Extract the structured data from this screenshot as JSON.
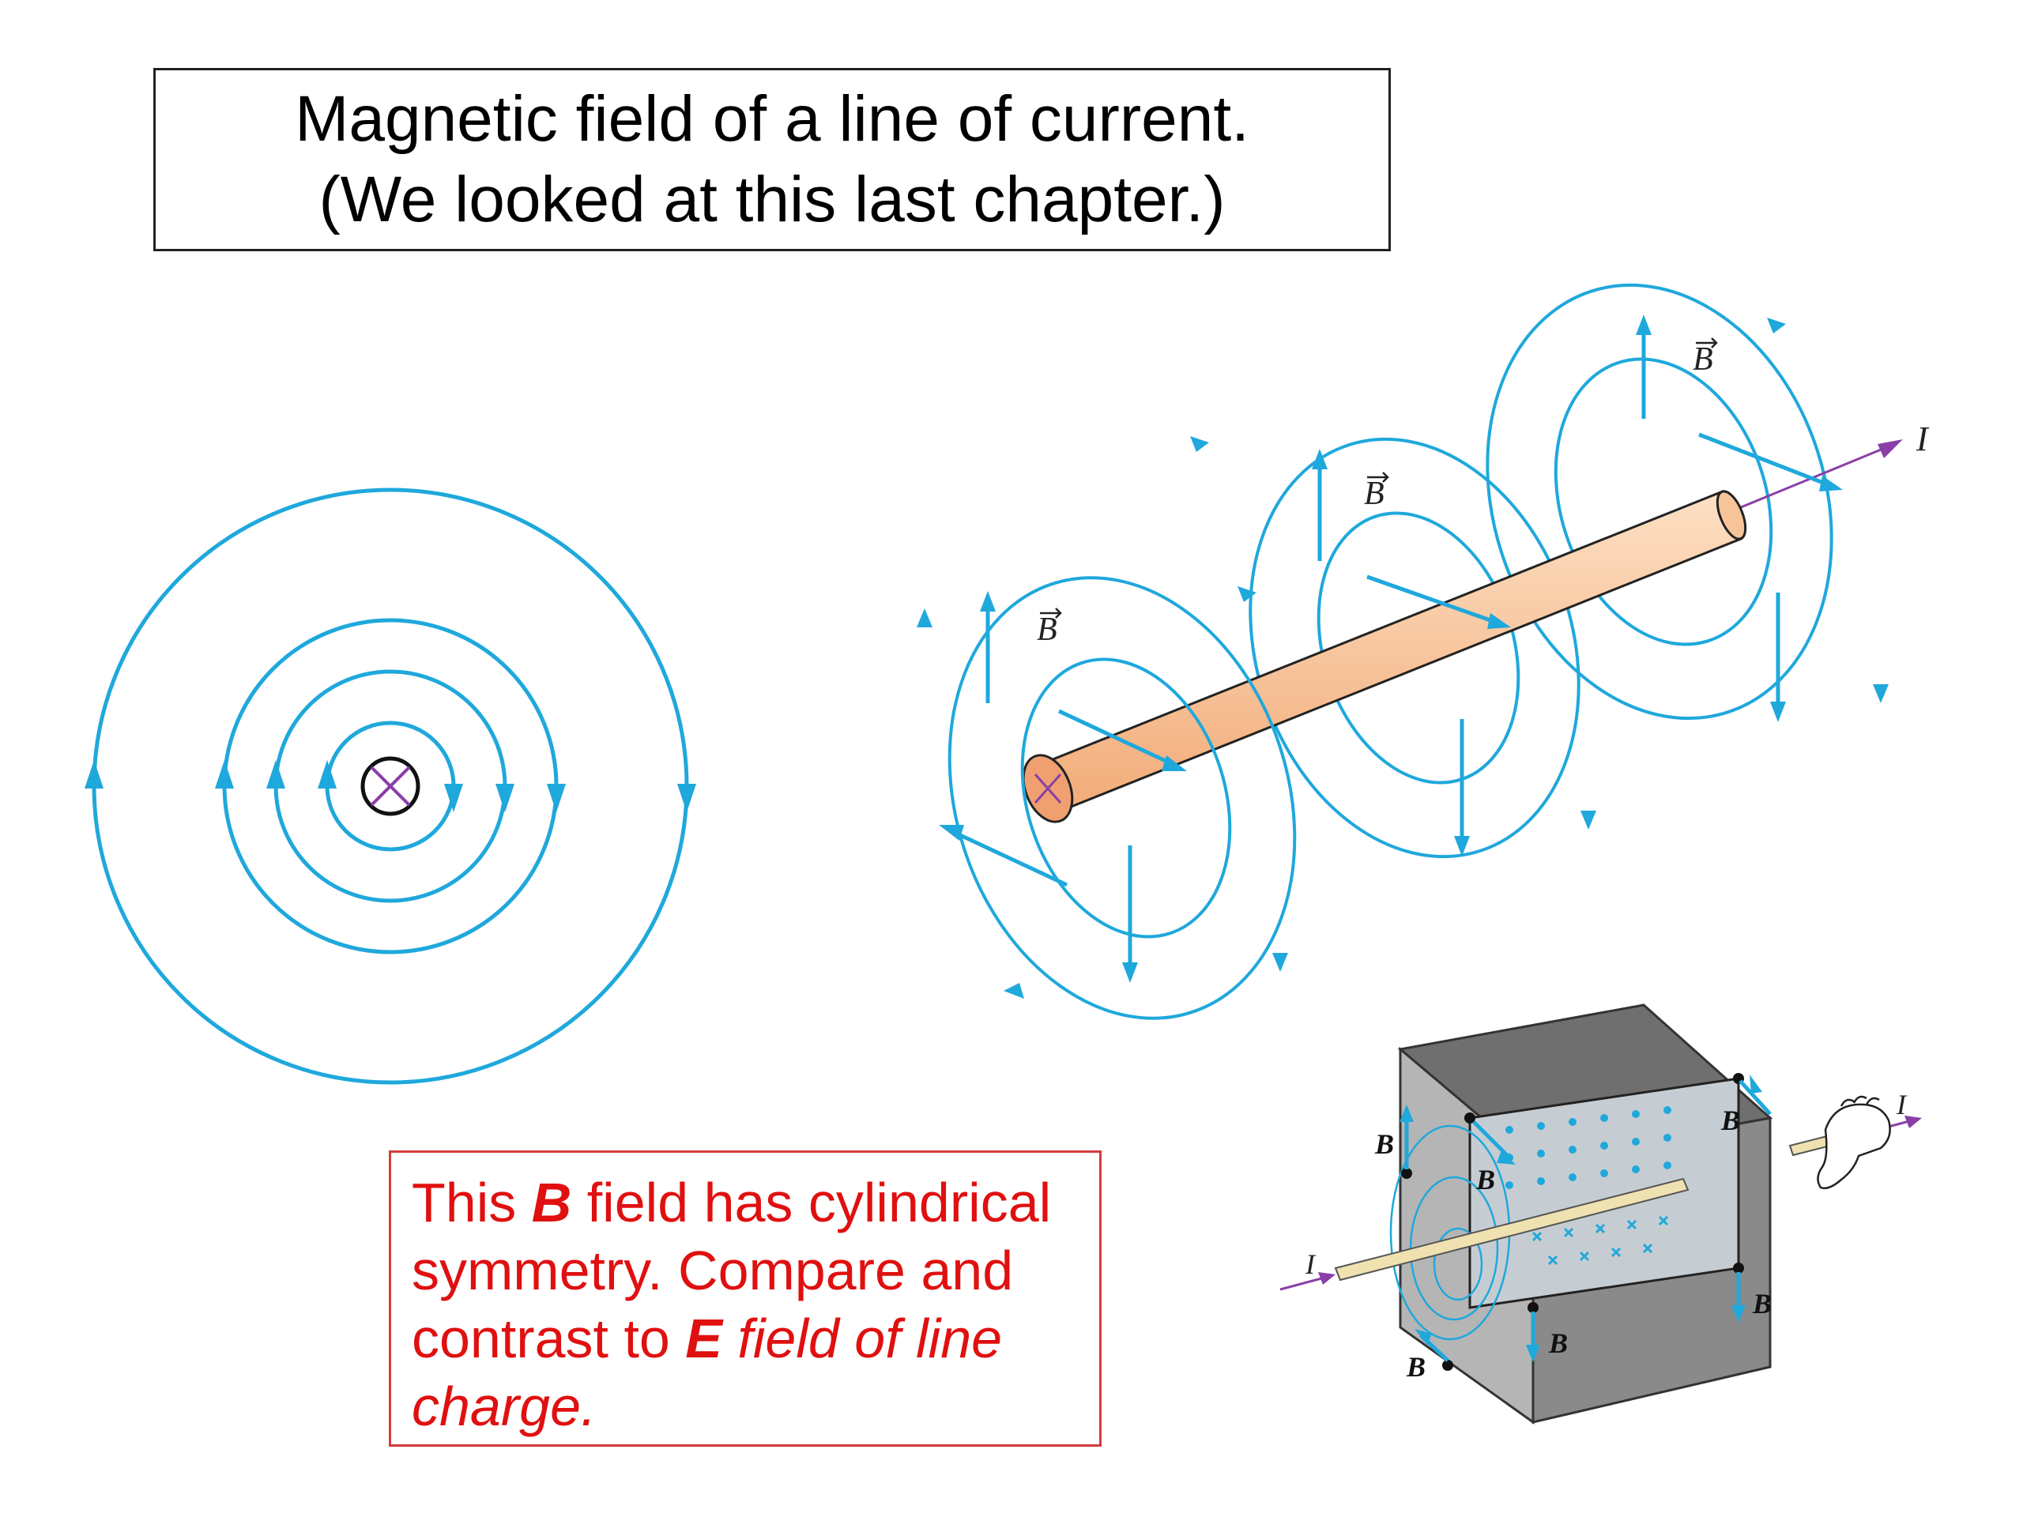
{
  "title": {
    "line1": "Magnetic field of a line of current.",
    "line2": "(We looked at this last chapter.)"
  },
  "note": {
    "part1": "This ",
    "b_symbol": "B",
    "part2": " field has cylindrical symmetry.  Compare and contrast to ",
    "e_symbol": "E",
    "part3": " field of line charge."
  },
  "labels": {
    "field": "B",
    "current": "I"
  },
  "colors": {
    "field_line": "#1fa8dc",
    "current": "#8a3ea8",
    "wire": "#f7c49a",
    "note_text": "#e01010",
    "box_gray": "#8a8a8a"
  }
}
